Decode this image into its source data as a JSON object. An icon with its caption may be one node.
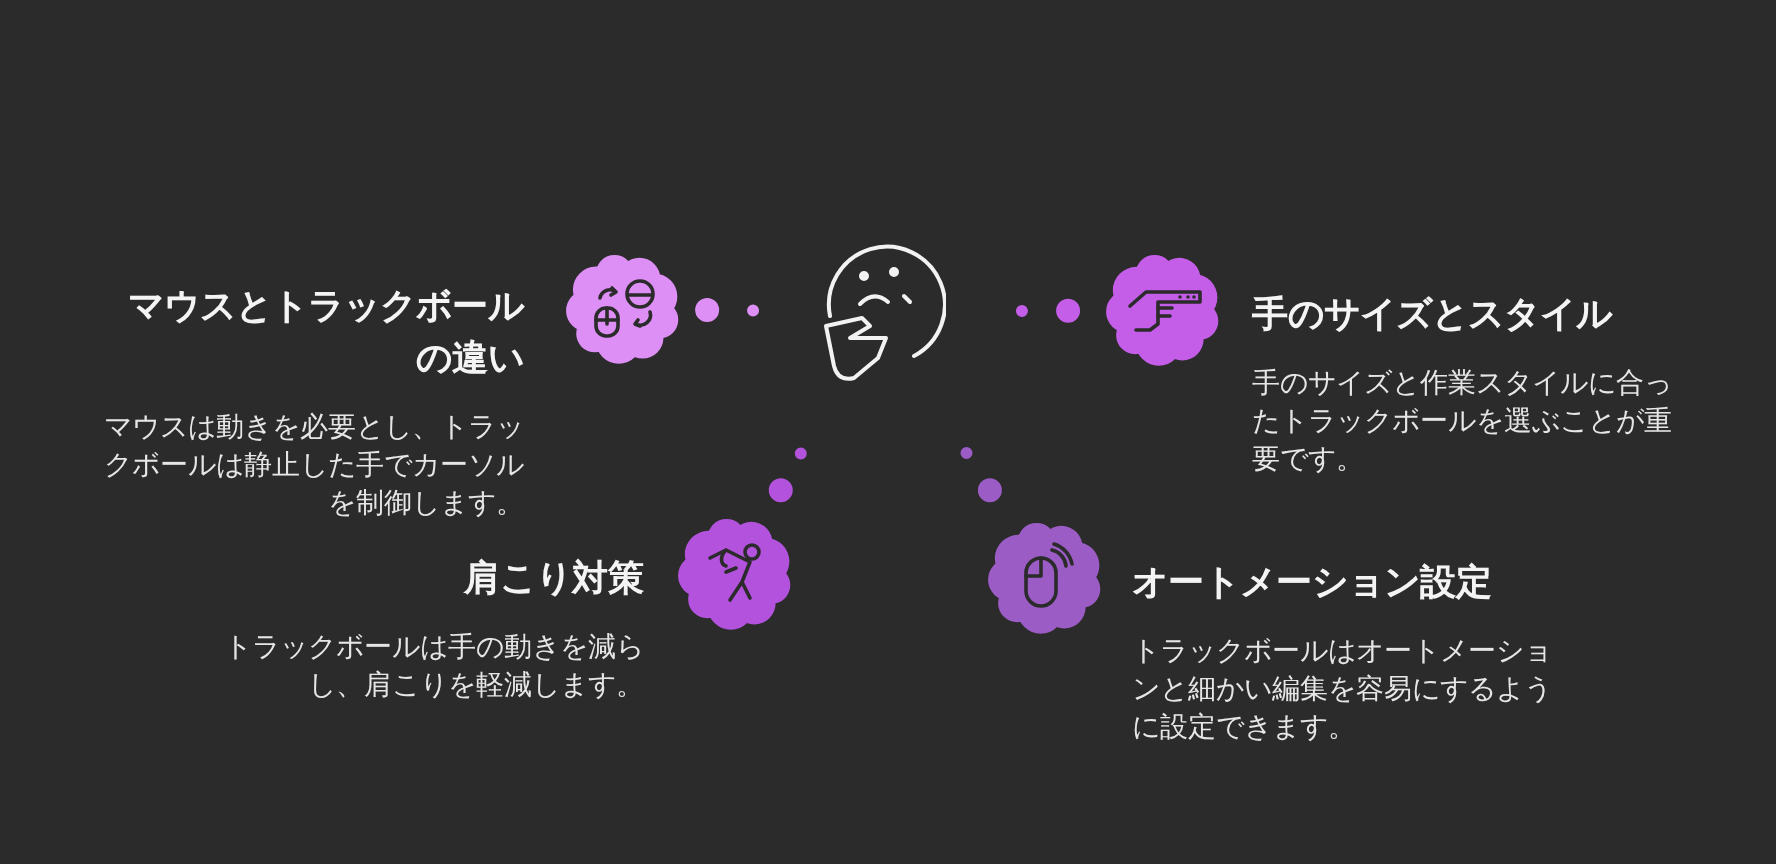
{
  "diagram": {
    "nodes": [
      {
        "text": [],
        "shape": "picture"
      },
      {
        "text": [],
        "shape": "cloud",
        "beside": [
          "マウスとトラックボールの違い",
          "マウスは動きを必要とし、トラックボールは静止した手でカーソルを制御します。"
        ]
      },
      {
        "text": [],
        "shape": "cloud",
        "beside": [
          "手のサイズとスタイル",
          "手のサイズと作業スタイルに合ったトラックボールを選ぶことが重要です。"
        ]
      },
      {
        "text": [],
        "shape": "cloud",
        "beside": [
          "肩こり対策",
          "トラックボールは手の動きを減らし、肩こりを軽減します。"
        ]
      },
      {
        "text": [],
        "shape": "cloud",
        "beside": [
          "オートメーション設定",
          "トラックボールはオートメーションと細かい編集を容易にするように設定できます。"
        ]
      }
    ],
    "edges": [
      {
        "from": 0,
        "to": 1,
        "arrow": "none",
        "style": "dashed",
        "color": "#dd8ff5"
      },
      {
        "from": 0,
        "to": 2,
        "arrow": "none",
        "style": "dashed",
        "color": "#c45ee8"
      },
      {
        "from": 0,
        "to": 3,
        "arrow": "none",
        "style": "dashed",
        "color": "#b252dd"
      },
      {
        "from": 0,
        "to": 4,
        "arrow": "none",
        "style": "dashed",
        "color": "#9c5cc6"
      }
    ]
  }
}
